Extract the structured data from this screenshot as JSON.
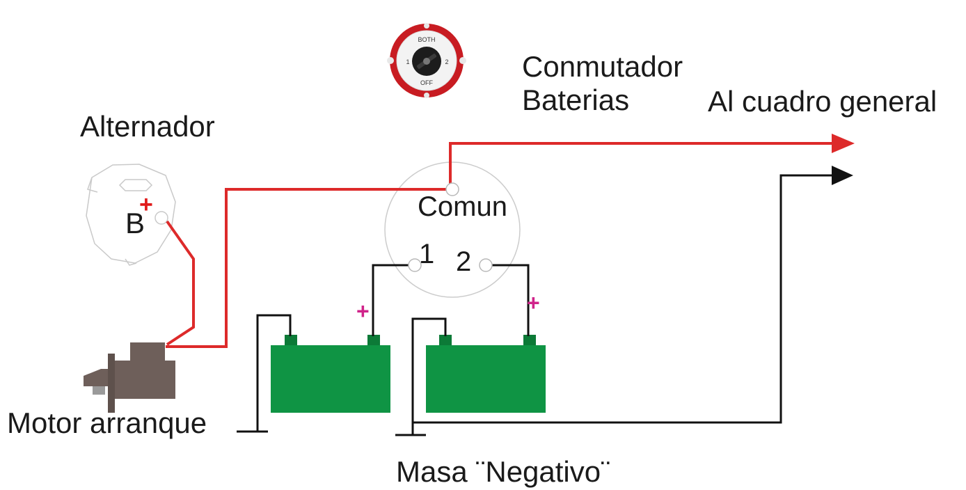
{
  "labels": {
    "switch_title_line1": "Conmutador",
    "switch_title_line2": "Baterias",
    "panel": "Al cuadro general",
    "alternator": "Alternador",
    "alternator_terminal": "B",
    "alternator_terminal_sign": "+",
    "common": "Comun",
    "terminal_1": "1",
    "terminal_2": "2",
    "battery1_plus": "+",
    "battery2_plus": "+",
    "starter": "Motor arranque",
    "ground": "Masa ¨Negativo¨"
  },
  "switch_dial": {
    "both": "BOTH",
    "one": "1",
    "two": "2",
    "off": "OFF"
  },
  "colors": {
    "positive_wire": "#dd2a2a",
    "negative_wire": "#111111",
    "battery": "#0f9444",
    "battery_terminal": "#0c7a37",
    "plus_sign": "#d0238a",
    "alternator_plus": "#e01b1b",
    "starter": "#6e5f5a",
    "switch_body": "#d01f24",
    "outline": "#c9c9c9"
  }
}
